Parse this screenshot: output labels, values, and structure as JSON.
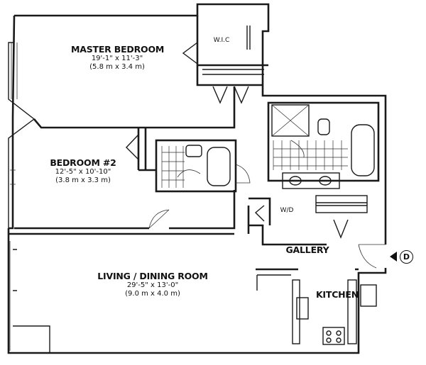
{
  "rooms": {
    "master": {
      "name": "MASTER BEDROOM",
      "dim_ft": "19'-1\" x 11'-3\"",
      "dim_m": "(5.8 m x 3.4 m)"
    },
    "bedroom2": {
      "name": "BEDROOM #2",
      "dim_ft": "12'-5\" x 10'-10\"",
      "dim_m": "(3.8 m x 3.3 m)"
    },
    "living": {
      "name": "LIVING / DINING ROOM",
      "dim_ft": "29'-5\" x 13'-0\"",
      "dim_m": "(9.0 m x 4.0 m)"
    },
    "gallery": "GALLERY",
    "kitchen": "KITCHEN",
    "wic": "W.I.C",
    "wd": "W/D"
  },
  "marker": {
    "letter": "D"
  }
}
